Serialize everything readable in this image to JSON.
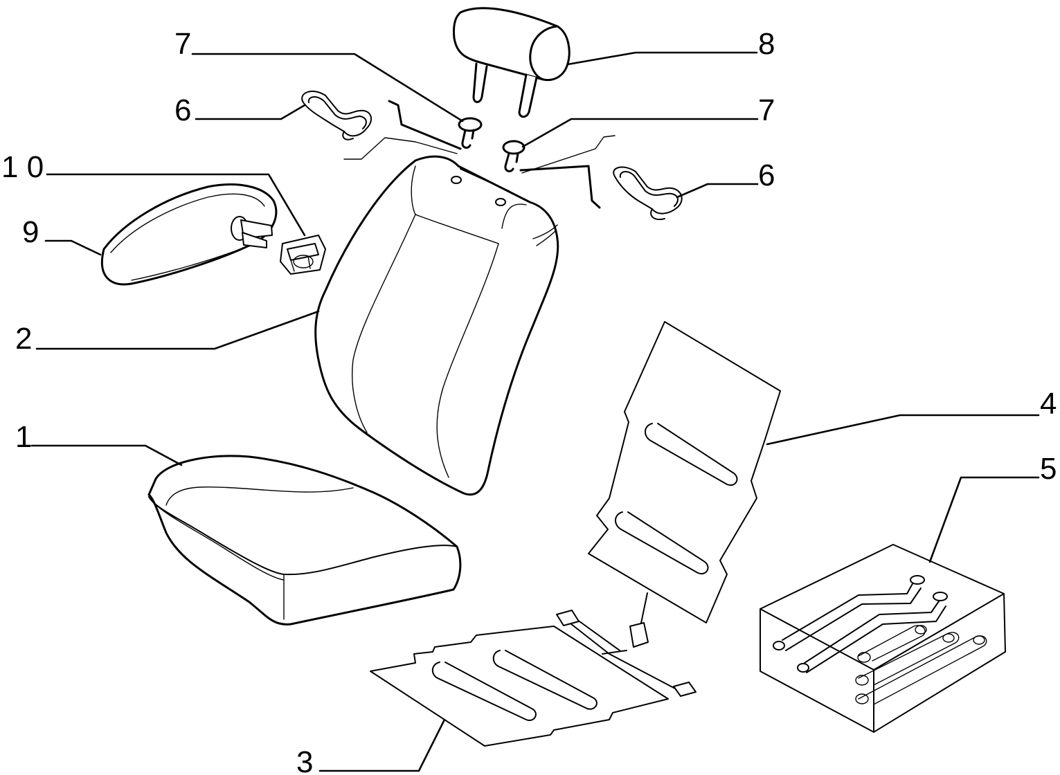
{
  "callouts": [
    {
      "id": "1",
      "label": "1"
    },
    {
      "id": "2",
      "label": "2"
    },
    {
      "id": "3",
      "label": "3"
    },
    {
      "id": "4",
      "label": "4"
    },
    {
      "id": "5",
      "label": "5"
    },
    {
      "id": "6a",
      "label": "6"
    },
    {
      "id": "6b",
      "label": "6"
    },
    {
      "id": "7a",
      "label": "7"
    },
    {
      "id": "7b",
      "label": "7"
    },
    {
      "id": "8",
      "label": "8"
    },
    {
      "id": "9",
      "label": "9"
    },
    {
      "id": "10",
      "label": "1 0"
    }
  ]
}
